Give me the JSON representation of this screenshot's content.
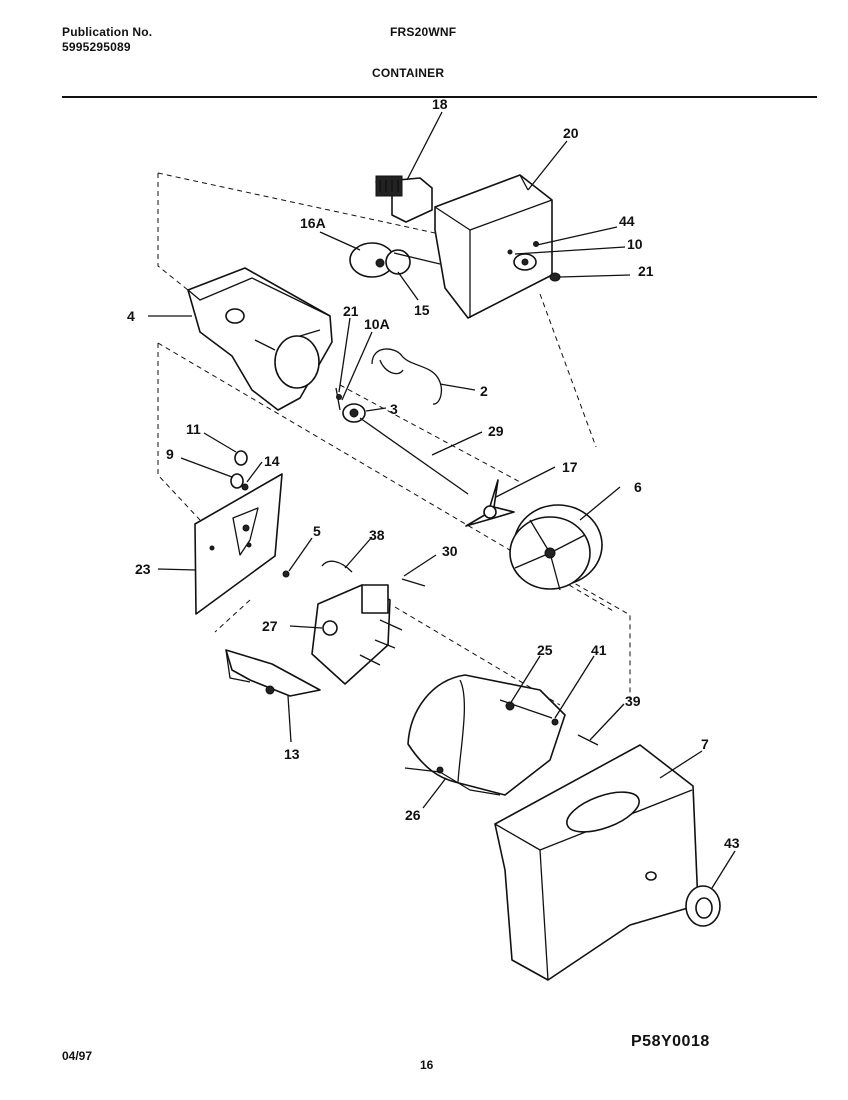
{
  "header": {
    "publication_label": "Publication No.",
    "publication_number": "5995295089",
    "model": "FRS20WNF",
    "section": "CONTAINER"
  },
  "footer": {
    "date": "04/97",
    "page": "16",
    "drawing_id": "P58Y0018"
  },
  "callouts": {
    "c18": "18",
    "c20": "20",
    "c16A": "16A",
    "c44": "44",
    "c10": "10",
    "c21a": "21",
    "c15": "15",
    "c4": "4",
    "c21b": "21",
    "c10A": "10A",
    "c2": "2",
    "c3": "3",
    "c29": "29",
    "c11": "11",
    "c9": "9",
    "c14": "14",
    "c17": "17",
    "c6": "6",
    "c5": "5",
    "c38": "38",
    "c30": "30",
    "c23": "23",
    "c27": "27",
    "c25": "25",
    "c41": "41",
    "c39": "39",
    "c13": "13",
    "c7": "7",
    "c26": "26",
    "c43": "43"
  }
}
